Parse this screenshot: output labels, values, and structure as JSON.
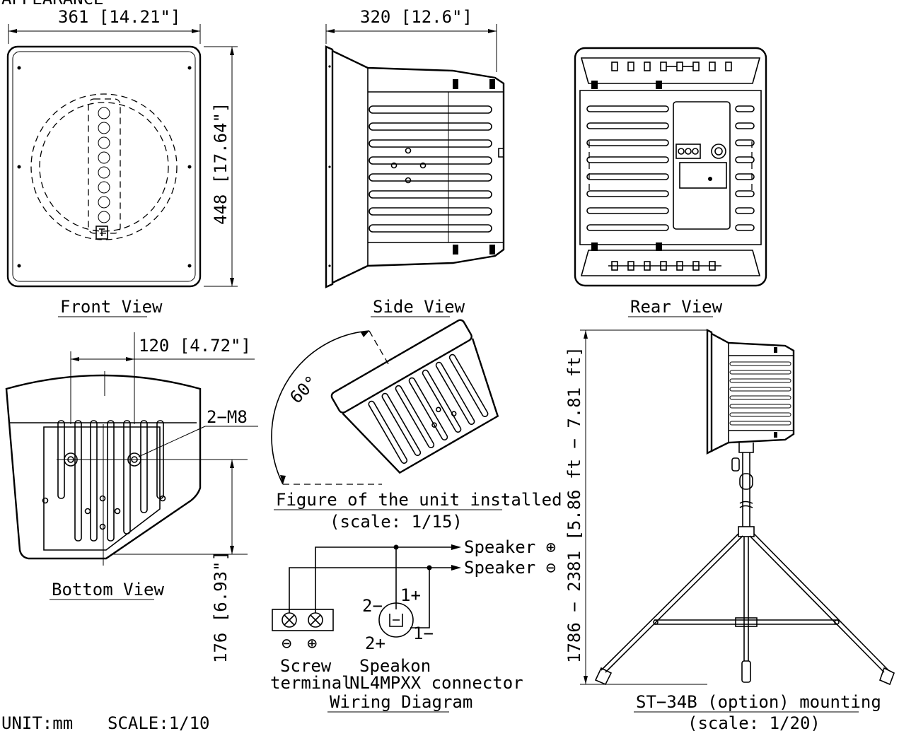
{
  "top_cut_label": "APPEARANCE",
  "front": {
    "width_dim": "361 [14.21\"]",
    "height_dim": "448 [17.64\"]",
    "caption": "Front View"
  },
  "side": {
    "depth_dim": "320 [12.6\"]",
    "caption": "Side View"
  },
  "rear": {
    "caption": "Rear View"
  },
  "bottom": {
    "spacing_dim": "120 [4.72\"]",
    "bolt_label": "2−M8",
    "height_dim": "176 [6.93\"]",
    "caption": "Bottom View"
  },
  "installed": {
    "angle": "60°",
    "caption": "Figure of the unit installed",
    "scale": "(scale: 1/15)"
  },
  "wiring": {
    "speaker_plus": "Speaker ⊕",
    "speaker_minus": "Speaker ⊖",
    "minus_sym": "⊖",
    "plus_sym": "⊕",
    "screw_line1": "Screw",
    "screw_line2": "terminal",
    "speakon_line1": "Speakon",
    "speakon_line2": "NL4MPXX connector",
    "pin_2minus": "2−",
    "pin_1plus": "1+",
    "pin_1minus": "1−",
    "pin_2plus": "2+",
    "caption": "Wiring Diagram"
  },
  "stand": {
    "height_dim": "1786 − 2381 [5.86 ft − 7.81 ft]",
    "caption": "ST−34B (option) mounting",
    "scale": "(scale: 1/20)"
  },
  "footer": {
    "unit": "UNIT:mm",
    "scale": "SCALE:1/10"
  }
}
